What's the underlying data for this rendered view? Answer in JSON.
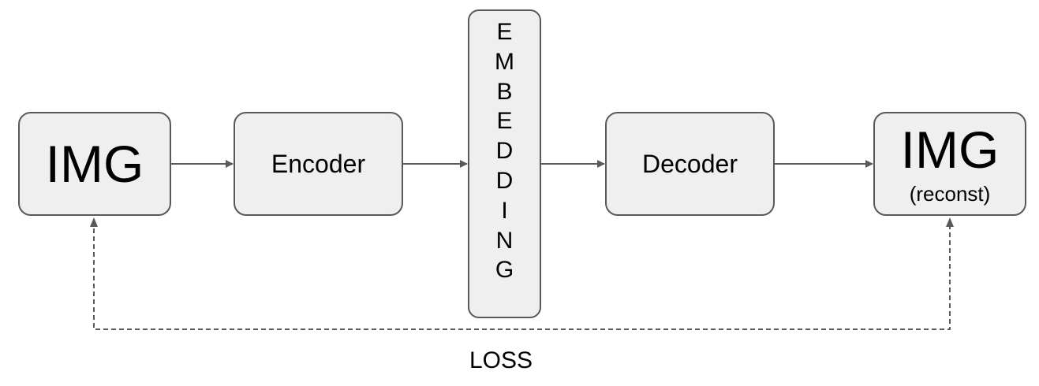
{
  "nodes": {
    "input": {
      "label": "IMG"
    },
    "encoder": {
      "label": "Encoder"
    },
    "embedding": {
      "letters": [
        "E",
        "M",
        "B",
        "E",
        "D",
        "D",
        "I",
        "N",
        "G"
      ]
    },
    "decoder": {
      "label": "Decoder"
    },
    "output": {
      "label": "IMG",
      "sublabel": "(reconst)"
    }
  },
  "edges": [
    {
      "from": "input",
      "to": "encoder",
      "style": "solid"
    },
    {
      "from": "encoder",
      "to": "embedding",
      "style": "solid"
    },
    {
      "from": "embedding",
      "to": "decoder",
      "style": "solid"
    },
    {
      "from": "decoder",
      "to": "output",
      "style": "solid"
    },
    {
      "from": "loss",
      "to": "input",
      "style": "dashed"
    },
    {
      "from": "loss",
      "to": "output",
      "style": "dashed"
    }
  ],
  "loss": {
    "label": "LOSS"
  },
  "colors": {
    "box_fill": "#efefef",
    "box_border": "#595959",
    "arrow": "#595959"
  }
}
